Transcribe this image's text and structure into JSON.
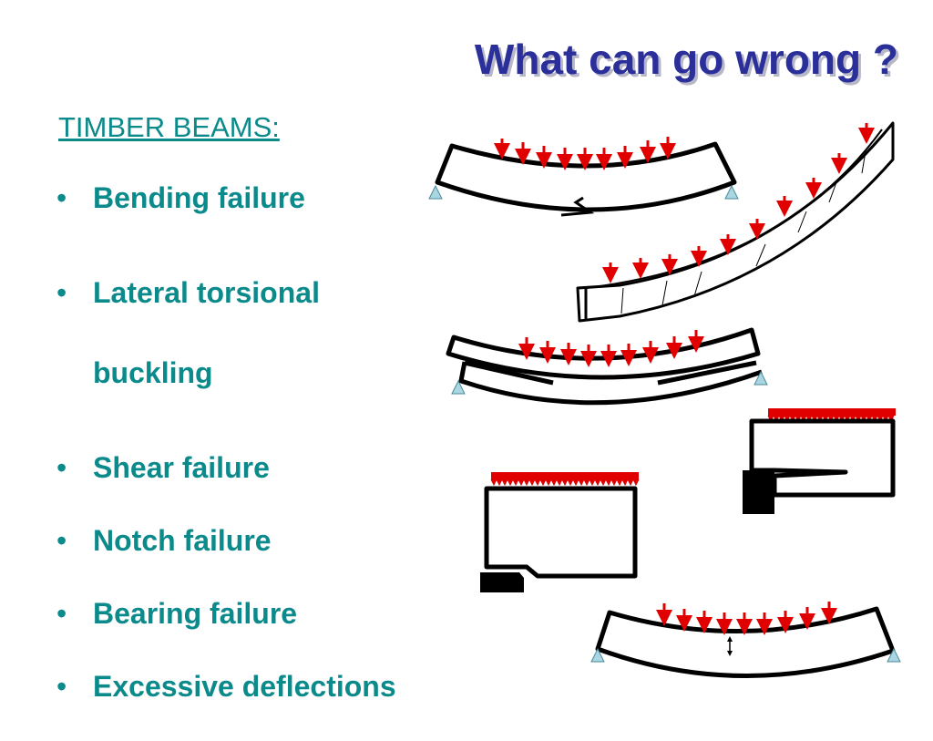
{
  "title": "What can go wrong ?",
  "section": {
    "heading": "TIMBER BEAMS:"
  },
  "bullets": [
    {
      "line1": "Bending failure"
    },
    {
      "line1": "Lateral torsional",
      "line2": "buckling"
    },
    {
      "line1": "Shear failure"
    },
    {
      "line1": "Notch failure"
    },
    {
      "line1": "Bearing failure"
    },
    {
      "line1": "Excessive deflections"
    }
  ],
  "colors": {
    "title": "#2b2f9a",
    "text": "#0b8a8c",
    "load_arrow": "#e00000",
    "beam_outline": "#000000",
    "support": "#a9d6e0"
  },
  "icons": {
    "bullet": "bullet-dot-icon",
    "support": "triangle-support-icon",
    "load": "down-arrow-load-icon"
  }
}
